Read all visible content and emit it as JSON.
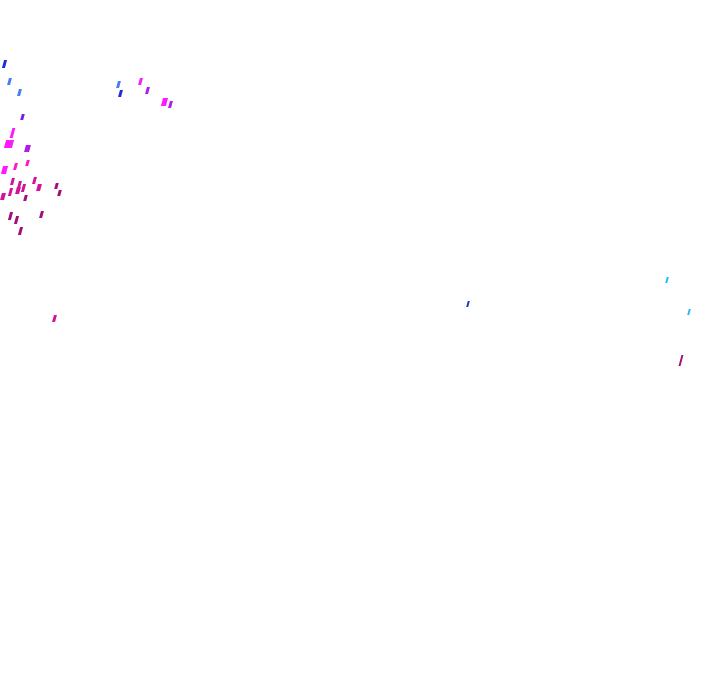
{
  "palette": {
    "background": "#ffffff",
    "blue": "#1f2fd6",
    "light_blue": "#4a7df0",
    "cyan": "#27b9f2",
    "violet": "#7a1cf0",
    "purple": "#b01cf0",
    "magenta": "#ff19ff",
    "pink": "#ff19c8",
    "deep_pink": "#d0149a",
    "crimson_purple": "#a01078"
  },
  "fragments": [
    {
      "color": "blue"
    },
    {
      "color": "light_blue"
    },
    {
      "color": "light_blue"
    },
    {
      "color": "violet"
    },
    {
      "color": "magenta"
    },
    {
      "color": "magenta"
    },
    {
      "color": "magenta"
    },
    {
      "color": "purple"
    },
    {
      "color": "pink"
    },
    {
      "color": "pink"
    },
    {
      "color": "deep_pink"
    },
    {
      "color": "deep_pink"
    },
    {
      "color": "deep_pink"
    },
    {
      "color": "deep_pink"
    },
    {
      "color": "deep_pink"
    },
    {
      "color": "deep_pink"
    },
    {
      "color": "deep_pink"
    },
    {
      "color": "deep_pink"
    },
    {
      "color": "crimson_purple"
    },
    {
      "color": "crimson_purple"
    },
    {
      "color": "crimson_purple"
    },
    {
      "color": "crimson_purple"
    },
    {
      "color": "crimson_purple"
    },
    {
      "color": "crimson_purple"
    },
    {
      "color": "crimson_purple"
    },
    {
      "color": "light_blue"
    },
    {
      "color": "blue"
    },
    {
      "color": "magenta"
    },
    {
      "color": "purple"
    },
    {
      "color": "magenta"
    },
    {
      "color": "purple"
    },
    {
      "color": "deep_pink"
    },
    {
      "color": "blue"
    },
    {
      "color": "cyan"
    },
    {
      "color": "cyan"
    },
    {
      "color": "crimson_purple"
    }
  ]
}
